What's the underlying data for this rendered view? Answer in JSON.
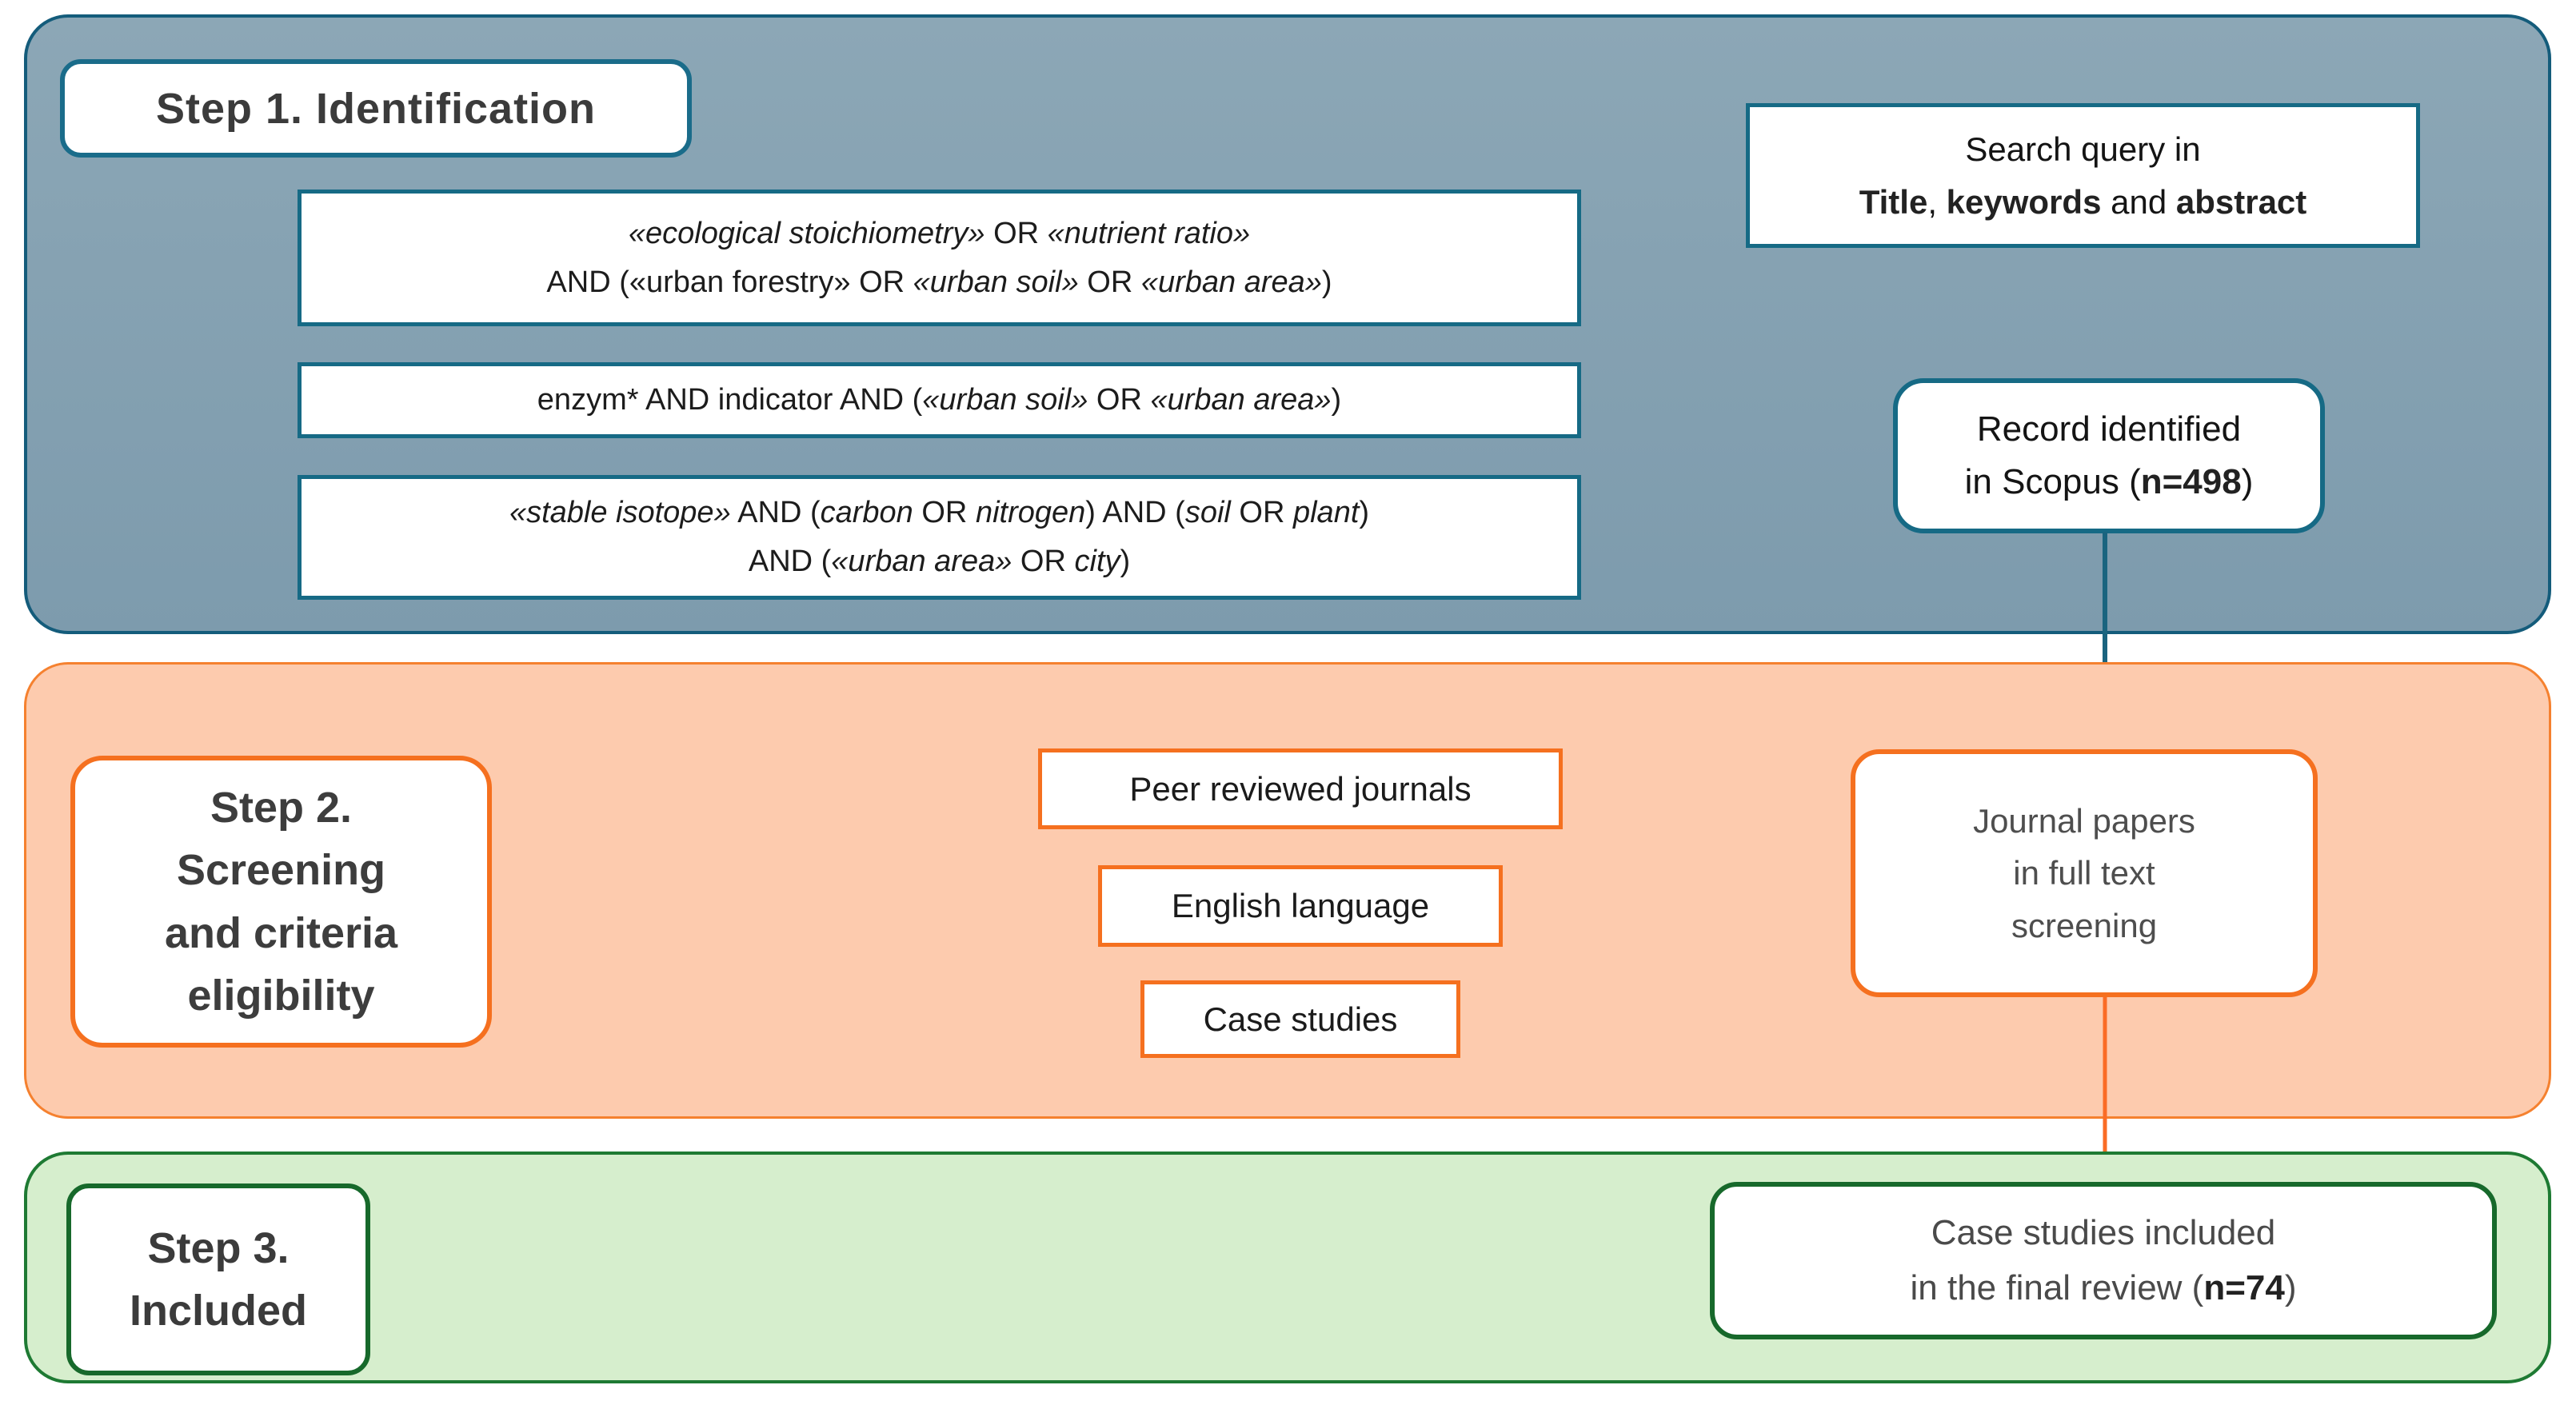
{
  "colors": {
    "step1_panel_fill": "#87a2b2",
    "step1_border_teal": "#166a85",
    "teal_arrow": "#1a647f",
    "step2_panel_fill": "#fdcbae",
    "step2_border_orange": "#f5701f",
    "orange_arrow": "#fa6c26",
    "step3_panel_fill": "#d6eecd",
    "step3_border_green": "#17692b",
    "heading_text": "#3b3b3b",
    "query_text": "#1c1c1c",
    "muted_text": "#4e4e4e"
  },
  "step1": {
    "title": "Step 1. Identification",
    "query_box_1": {
      "lines": [
        [
          {
            "t": "«ecological stoichiometry»",
            "i": true
          },
          {
            "t": " OR "
          },
          {
            "t": "«nutrient ratio»",
            "i": true
          }
        ],
        [
          {
            "t": "AND  («urban forestry» OR "
          },
          {
            "t": "«urban soil»",
            "i": true
          },
          {
            "t": " OR "
          },
          {
            "t": "«urban area»",
            "i": true
          },
          {
            "t": ")"
          }
        ]
      ]
    },
    "query_box_2": {
      "lines": [
        [
          {
            "t": "enzym* AND  indicator  AND ("
          },
          {
            "t": "«urban soil»",
            "i": true
          },
          {
            "t": " OR "
          },
          {
            "t": "«urban area»",
            "i": true
          },
          {
            "t": ")"
          }
        ]
      ]
    },
    "query_box_3": {
      "lines": [
        [
          {
            "t": "«stable isotope»",
            "i": true
          },
          {
            "t": " AND ("
          },
          {
            "t": "carbon",
            "i": true
          },
          {
            "t": " OR "
          },
          {
            "t": "nitrogen",
            "i": true
          },
          {
            "t": ") AND ("
          },
          {
            "t": "soil",
            "i": true
          },
          {
            "t": " OR "
          },
          {
            "t": "plant",
            "i": true
          },
          {
            "t": ")"
          }
        ],
        [
          {
            "t": "AND ("
          },
          {
            "t": "«urban area»",
            "i": true
          },
          {
            "t": " OR "
          },
          {
            "t": "city",
            "i": true
          },
          {
            "t": ")"
          }
        ]
      ]
    },
    "search_query_box": {
      "lines": [
        [
          {
            "t": "Search query in"
          }
        ],
        [
          {
            "t": "Title",
            "b": true
          },
          {
            "t": ", "
          },
          {
            "t": "keywords",
            "b": true
          },
          {
            "t": " and "
          },
          {
            "t": "abstract",
            "b": true
          }
        ]
      ]
    },
    "records_box": {
      "lines": [
        [
          {
            "t": "Record identified"
          }
        ],
        [
          {
            "t": "in Scopus ("
          },
          {
            "t": "n=498",
            "b": true
          },
          {
            "t": ")"
          }
        ]
      ]
    }
  },
  "step2": {
    "title_lines": [
      "Step 2.",
      "Screening",
      "and criteria",
      "eligibility"
    ],
    "criteria": [
      "Peer reviewed journals",
      "English language",
      "Case studies"
    ],
    "screening_box_lines": [
      "Journal papers",
      "in full text",
      "screening"
    ]
  },
  "step3": {
    "title_lines": [
      "Step 3.",
      "Included"
    ],
    "included_box": {
      "lines": [
        [
          {
            "t": "Case studies included"
          }
        ],
        [
          {
            "t": "in the final review ("
          },
          {
            "t": "n=74",
            "b": true
          },
          {
            "t": ")"
          }
        ]
      ]
    }
  }
}
